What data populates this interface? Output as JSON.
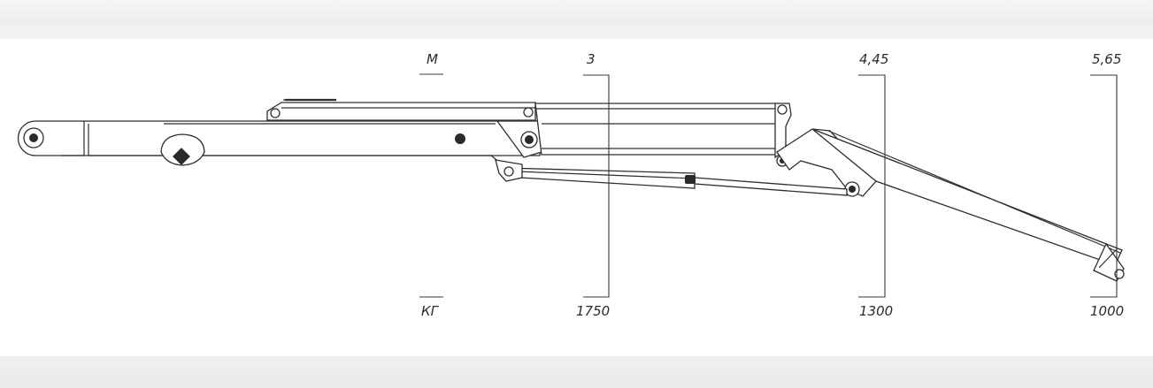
{
  "labels": {
    "row_top_header": "М",
    "row_bottom_header": "КГ",
    "reach_1": "3",
    "load_1": "1750",
    "reach_2": "4,45",
    "load_2": "1300",
    "reach_3": "5,65",
    "load_3": "1000"
  }
}
